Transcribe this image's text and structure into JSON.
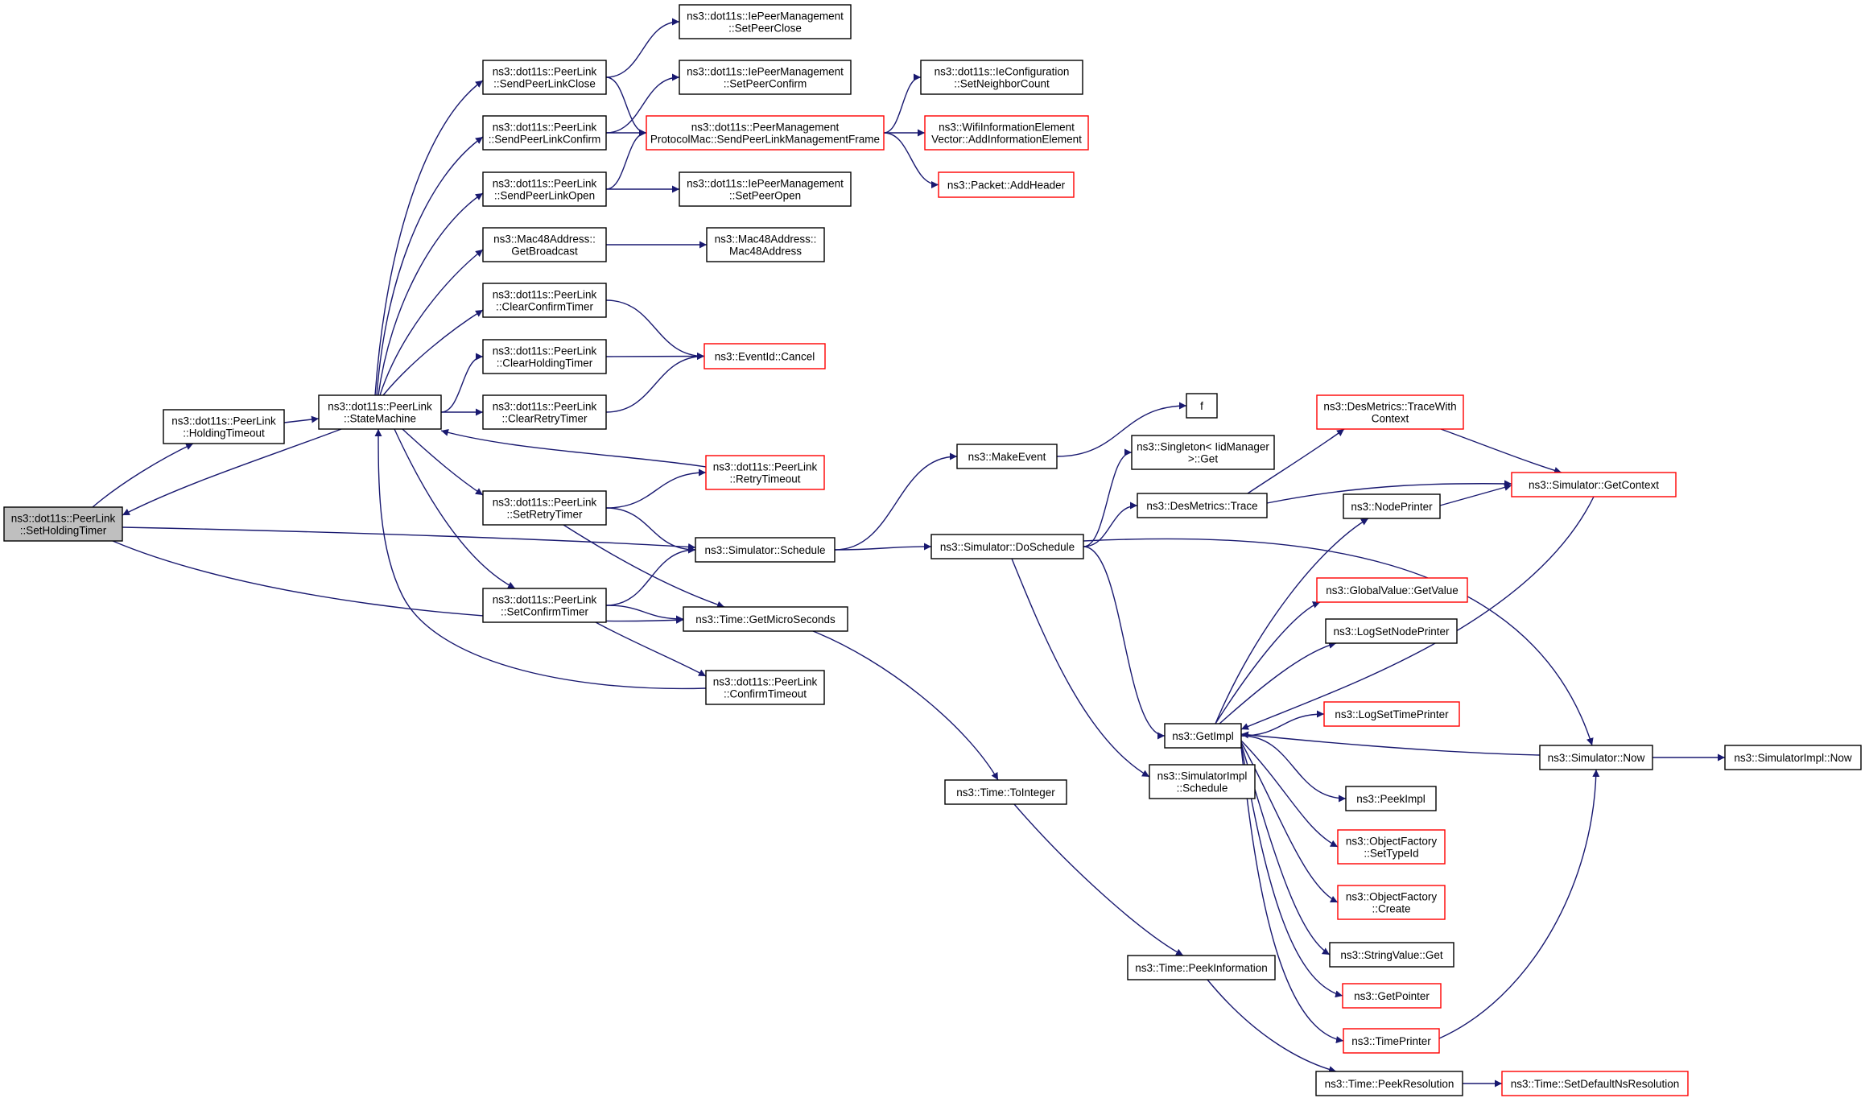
{
  "colors": {
    "edge": "#191970",
    "normal_border": "#000000",
    "incomplete_border": "#ff0000",
    "root_fill": "#bfbfbf"
  },
  "nodes": [
    {
      "id": "SetHoldingTimer",
      "lines": [
        "ns3::dot11s::PeerLink",
        "::SetHoldingTimer"
      ],
      "style": "root"
    },
    {
      "id": "HoldingTimeout",
      "lines": [
        "ns3::dot11s::PeerLink",
        "::HoldingTimeout"
      ],
      "style": "normal"
    },
    {
      "id": "StateMachine",
      "lines": [
        "ns3::dot11s::PeerLink",
        "::StateMachine"
      ],
      "style": "normal"
    },
    {
      "id": "SendPeerLinkClose",
      "lines": [
        "ns3::dot11s::PeerLink",
        "::SendPeerLinkClose"
      ],
      "style": "normal"
    },
    {
      "id": "SendPeerLinkConfirm",
      "lines": [
        "ns3::dot11s::PeerLink",
        "::SendPeerLinkConfirm"
      ],
      "style": "normal"
    },
    {
      "id": "SendPeerLinkOpen",
      "lines": [
        "ns3::dot11s::PeerLink",
        "::SendPeerLinkOpen"
      ],
      "style": "normal"
    },
    {
      "id": "GetBroadcast",
      "lines": [
        "ns3::Mac48Address::",
        "GetBroadcast"
      ],
      "style": "normal"
    },
    {
      "id": "ClearConfirmTimer",
      "lines": [
        "ns3::dot11s::PeerLink",
        "::ClearConfirmTimer"
      ],
      "style": "normal"
    },
    {
      "id": "ClearHoldingTimer",
      "lines": [
        "ns3::dot11s::PeerLink",
        "::ClearHoldingTimer"
      ],
      "style": "normal"
    },
    {
      "id": "ClearRetryTimer",
      "lines": [
        "ns3::dot11s::PeerLink",
        "::ClearRetryTimer"
      ],
      "style": "normal"
    },
    {
      "id": "SetRetryTimer",
      "lines": [
        "ns3::dot11s::PeerLink",
        "::SetRetryTimer"
      ],
      "style": "normal"
    },
    {
      "id": "SetConfirmTimer",
      "lines": [
        "ns3::dot11s::PeerLink",
        "::SetConfirmTimer"
      ],
      "style": "normal"
    },
    {
      "id": "SetPeerClose",
      "lines": [
        "ns3::dot11s::IePeerManagement",
        "::SetPeerClose"
      ],
      "style": "normal"
    },
    {
      "id": "SetPeerConfirm",
      "lines": [
        "ns3::dot11s::IePeerManagement",
        "::SetPeerConfirm"
      ],
      "style": "normal"
    },
    {
      "id": "SendPeerLinkManagementFrame",
      "lines": [
        "ns3::dot11s::PeerManagement",
        "ProtocolMac::SendPeerLinkManagementFrame"
      ],
      "style": "red"
    },
    {
      "id": "SetPeerOpen",
      "lines": [
        "ns3::dot11s::IePeerManagement",
        "::SetPeerOpen"
      ],
      "style": "normal"
    },
    {
      "id": "Mac48Address",
      "lines": [
        "ns3::Mac48Address::",
        "Mac48Address"
      ],
      "style": "normal"
    },
    {
      "id": "Cancel",
      "lines": [
        "ns3::EventId::Cancel"
      ],
      "style": "red"
    },
    {
      "id": "RetryTimeout",
      "lines": [
        "ns3::dot11s::PeerLink",
        "::RetryTimeout"
      ],
      "style": "red"
    },
    {
      "id": "Schedule",
      "lines": [
        "ns3::Simulator::Schedule"
      ],
      "style": "normal"
    },
    {
      "id": "GetMicroSeconds",
      "lines": [
        "ns3::Time::GetMicroSeconds"
      ],
      "style": "normal"
    },
    {
      "id": "ConfirmTimeout",
      "lines": [
        "ns3::dot11s::PeerLink",
        "::ConfirmTimeout"
      ],
      "style": "normal"
    },
    {
      "id": "SetNeighborCount",
      "lines": [
        "ns3::dot11s::IeConfiguration",
        "::SetNeighborCount"
      ],
      "style": "normal"
    },
    {
      "id": "AddInformationElement",
      "lines": [
        "ns3::WifiInformationElement",
        "Vector::AddInformationElement"
      ],
      "style": "red"
    },
    {
      "id": "AddHeader",
      "lines": [
        "ns3::Packet::AddHeader"
      ],
      "style": "red"
    },
    {
      "id": "MakeEvent",
      "lines": [
        "ns3::MakeEvent"
      ],
      "style": "normal"
    },
    {
      "id": "DoSchedule",
      "lines": [
        "ns3::Simulator::DoSchedule"
      ],
      "style": "normal"
    },
    {
      "id": "ToInteger",
      "lines": [
        "ns3::Time::ToInteger"
      ],
      "style": "normal"
    },
    {
      "id": "PeekInformation",
      "lines": [
        "ns3::Time::PeekInformation"
      ],
      "style": "normal"
    },
    {
      "id": "f",
      "lines": [
        "f"
      ],
      "style": "normal"
    },
    {
      "id": "SingletonGet",
      "lines": [
        "ns3::Singleton< IidManager",
        ">::Get"
      ],
      "style": "normal"
    },
    {
      "id": "Trace",
      "lines": [
        "ns3::DesMetrics::Trace"
      ],
      "style": "normal"
    },
    {
      "id": "SimImplSchedule",
      "lines": [
        "ns3::SimulatorImpl",
        "::Schedule"
      ],
      "style": "normal"
    },
    {
      "id": "GetImpl",
      "lines": [
        "ns3::GetImpl"
      ],
      "style": "normal"
    },
    {
      "id": "TraceWithContext",
      "lines": [
        "ns3::DesMetrics::TraceWith",
        "Context"
      ],
      "style": "red"
    },
    {
      "id": "NodePrinter",
      "lines": [
        "ns3::NodePrinter"
      ],
      "style": "normal"
    },
    {
      "id": "GlobalGetValue",
      "lines": [
        "ns3::GlobalValue::GetValue"
      ],
      "style": "red"
    },
    {
      "id": "LogSetNodePrinter",
      "lines": [
        "ns3::LogSetNodePrinter"
      ],
      "style": "normal"
    },
    {
      "id": "LogSetTimePrinter",
      "lines": [
        "ns3::LogSetTimePrinter"
      ],
      "style": "red"
    },
    {
      "id": "PeekImpl",
      "lines": [
        "ns3::PeekImpl"
      ],
      "style": "normal"
    },
    {
      "id": "SetTypeId",
      "lines": [
        "ns3::ObjectFactory",
        "::SetTypeId"
      ],
      "style": "red"
    },
    {
      "id": "Create",
      "lines": [
        "ns3::ObjectFactory",
        "::Create"
      ],
      "style": "red"
    },
    {
      "id": "StringValueGet",
      "lines": [
        "ns3::StringValue::Get"
      ],
      "style": "normal"
    },
    {
      "id": "GetPointer",
      "lines": [
        "ns3::GetPointer"
      ],
      "style": "red"
    },
    {
      "id": "TimePrinter",
      "lines": [
        "ns3::TimePrinter"
      ],
      "style": "red"
    },
    {
      "id": "PeekResolution",
      "lines": [
        "ns3::Time::PeekResolution"
      ],
      "style": "normal"
    },
    {
      "id": "GetContext",
      "lines": [
        "ns3::Simulator::GetContext"
      ],
      "style": "red"
    },
    {
      "id": "Now",
      "lines": [
        "ns3::Simulator::Now"
      ],
      "style": "normal"
    },
    {
      "id": "SimImplNow",
      "lines": [
        "ns3::SimulatorImpl::Now"
      ],
      "style": "normal"
    },
    {
      "id": "SetDefaultNsResolution",
      "lines": [
        "ns3::Time::SetDefaultNsResolution"
      ],
      "style": "red"
    }
  ],
  "edges": [
    [
      "SetHoldingTimer",
      "HoldingTimeout"
    ],
    [
      "SetHoldingTimer",
      "Schedule"
    ],
    [
      "SetHoldingTimer",
      "GetMicroSeconds"
    ],
    [
      "HoldingTimeout",
      "StateMachine"
    ],
    [
      "StateMachine",
      "SetHoldingTimer"
    ],
    [
      "StateMachine",
      "SendPeerLinkClose"
    ],
    [
      "StateMachine",
      "SendPeerLinkConfirm"
    ],
    [
      "StateMachine",
      "SendPeerLinkOpen"
    ],
    [
      "StateMachine",
      "GetBroadcast"
    ],
    [
      "StateMachine",
      "ClearConfirmTimer"
    ],
    [
      "StateMachine",
      "ClearHoldingTimer"
    ],
    [
      "StateMachine",
      "ClearRetryTimer"
    ],
    [
      "StateMachine",
      "SetRetryTimer"
    ],
    [
      "StateMachine",
      "SetConfirmTimer"
    ],
    [
      "SendPeerLinkClose",
      "SetPeerClose"
    ],
    [
      "SendPeerLinkClose",
      "SendPeerLinkManagementFrame"
    ],
    [
      "SendPeerLinkConfirm",
      "SetPeerConfirm"
    ],
    [
      "SendPeerLinkConfirm",
      "SendPeerLinkManagementFrame"
    ],
    [
      "SendPeerLinkOpen",
      "SendPeerLinkManagementFrame"
    ],
    [
      "SendPeerLinkOpen",
      "SetPeerOpen"
    ],
    [
      "GetBroadcast",
      "Mac48Address"
    ],
    [
      "ClearConfirmTimer",
      "Cancel"
    ],
    [
      "ClearHoldingTimer",
      "Cancel"
    ],
    [
      "ClearRetryTimer",
      "Cancel"
    ],
    [
      "SetRetryTimer",
      "RetryTimeout"
    ],
    [
      "SetRetryTimer",
      "Schedule"
    ],
    [
      "SetRetryTimer",
      "GetMicroSeconds"
    ],
    [
      "RetryTimeout",
      "StateMachine"
    ],
    [
      "SetConfirmTimer",
      "Schedule"
    ],
    [
      "SetConfirmTimer",
      "GetMicroSeconds"
    ],
    [
      "SetConfirmTimer",
      "ConfirmTimeout"
    ],
    [
      "ConfirmTimeout",
      "StateMachine"
    ],
    [
      "SendPeerLinkManagementFrame",
      "SetNeighborCount"
    ],
    [
      "SendPeerLinkManagementFrame",
      "AddInformationElement"
    ],
    [
      "SendPeerLinkManagementFrame",
      "AddHeader"
    ],
    [
      "Schedule",
      "MakeEvent"
    ],
    [
      "Schedule",
      "DoSchedule"
    ],
    [
      "GetMicroSeconds",
      "ToInteger"
    ],
    [
      "ToInteger",
      "PeekInformation"
    ],
    [
      "PeekInformation",
      "PeekResolution"
    ],
    [
      "MakeEvent",
      "f"
    ],
    [
      "DoSchedule",
      "SingletonGet"
    ],
    [
      "DoSchedule",
      "Trace"
    ],
    [
      "DoSchedule",
      "SimImplSchedule"
    ],
    [
      "DoSchedule",
      "GetImpl"
    ],
    [
      "DoSchedule",
      "Now"
    ],
    [
      "Trace",
      "TraceWithContext"
    ],
    [
      "Trace",
      "GetContext"
    ],
    [
      "TraceWithContext",
      "GetContext"
    ],
    [
      "GetContext",
      "GetImpl"
    ],
    [
      "GetImpl",
      "NodePrinter"
    ],
    [
      "GetImpl",
      "GlobalGetValue"
    ],
    [
      "GetImpl",
      "LogSetNodePrinter"
    ],
    [
      "GetImpl",
      "LogSetTimePrinter"
    ],
    [
      "GetImpl",
      "PeekImpl"
    ],
    [
      "GetImpl",
      "SetTypeId"
    ],
    [
      "GetImpl",
      "Create"
    ],
    [
      "GetImpl",
      "StringValueGet"
    ],
    [
      "GetImpl",
      "GetPointer"
    ],
    [
      "GetImpl",
      "TimePrinter"
    ],
    [
      "NodePrinter",
      "GetContext"
    ],
    [
      "Now",
      "GetImpl"
    ],
    [
      "Now",
      "SimImplNow"
    ],
    [
      "TimePrinter",
      "Now"
    ],
    [
      "PeekResolution",
      "SetDefaultNsResolution"
    ]
  ]
}
